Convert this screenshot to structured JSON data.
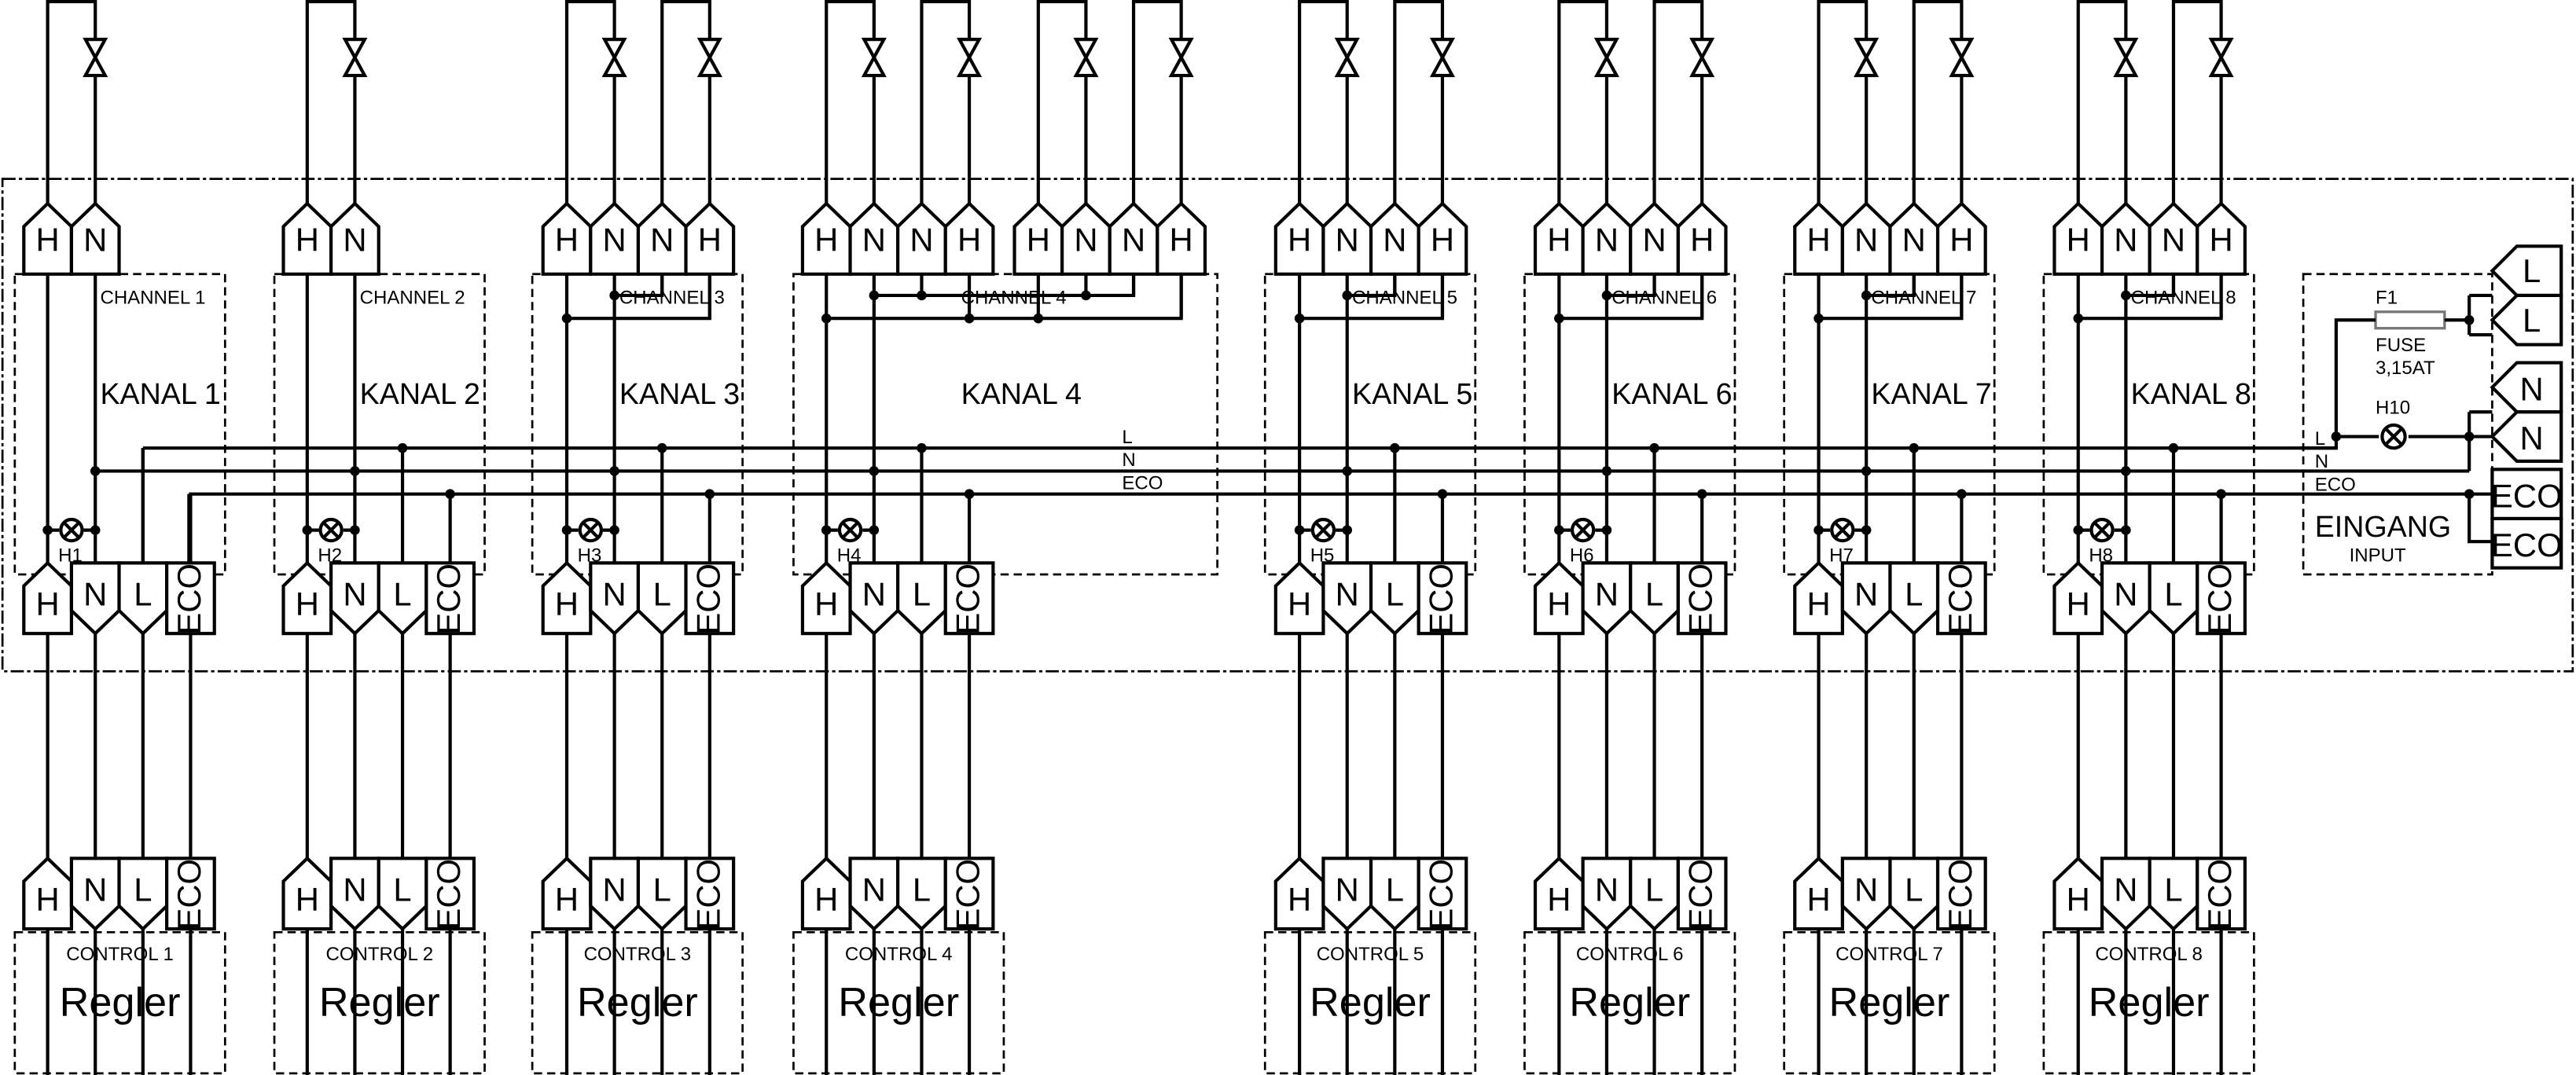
{
  "title": "Heating zone controller wiring diagram",
  "colors": {
    "line": "#000000",
    "fuse": "#777777",
    "background": "#ffffff"
  },
  "bus": {
    "l_label": "L",
    "n_label": "N",
    "eco_label": "ECO"
  },
  "channels": [
    {
      "id": 1,
      "channel_label": "CHANNEL 1",
      "kanal_label": "KANAL 1",
      "lamp_label": "H1",
      "outputs": [
        "H",
        "N"
      ],
      "control_label": "CONTROL 1",
      "regler_label": "Regler"
    },
    {
      "id": 2,
      "channel_label": "CHANNEL 2",
      "kanal_label": "KANAL 2",
      "lamp_label": "H2",
      "outputs": [
        "H",
        "N"
      ],
      "control_label": "CONTROL 2",
      "regler_label": "Regler"
    },
    {
      "id": 3,
      "channel_label": "CHANNEL 3",
      "kanal_label": "KANAL 3",
      "lamp_label": "H3",
      "outputs": [
        "H",
        "N",
        "N",
        "H"
      ],
      "control_label": "CONTROL 3",
      "regler_label": "Regler"
    },
    {
      "id": 4,
      "channel_label": "CHANNEL 4",
      "kanal_label": "KANAL 4",
      "lamp_label": "H4",
      "outputs": [
        "H",
        "N",
        "N",
        "H",
        "H",
        "N",
        "N",
        "H"
      ],
      "control_label": "CONTROL 4",
      "regler_label": "Regler"
    },
    {
      "id": 5,
      "channel_label": "CHANNEL 5",
      "kanal_label": "KANAL 5",
      "lamp_label": "H5",
      "outputs": [
        "H",
        "N",
        "N",
        "H"
      ],
      "control_label": "CONTROL 5",
      "regler_label": "Regler"
    },
    {
      "id": 6,
      "channel_label": "CHANNEL 6",
      "kanal_label": "KANAL 6",
      "lamp_label": "H6",
      "outputs": [
        "H",
        "N",
        "N",
        "H"
      ],
      "control_label": "CONTROL 6",
      "regler_label": "Regler"
    },
    {
      "id": 7,
      "channel_label": "CHANNEL 7",
      "kanal_label": "KANAL 7",
      "lamp_label": "H7",
      "outputs": [
        "H",
        "N",
        "N",
        "H"
      ],
      "control_label": "CONTROL 7",
      "regler_label": "Regler"
    },
    {
      "id": 8,
      "channel_label": "CHANNEL 8",
      "kanal_label": "KANAL 8",
      "lamp_label": "H8",
      "outputs": [
        "H",
        "N",
        "N",
        "H"
      ],
      "control_label": "CONTROL 8",
      "regler_label": "Regler"
    }
  ],
  "inputs_terminals": [
    "H",
    "N",
    "L",
    "ECO"
  ],
  "input_section": {
    "fuse_ref": "F1",
    "fuse_label": "FUSE",
    "fuse_rating": "3,15AT",
    "lamp_label": "H10",
    "title": "EINGANG",
    "subtitle": "INPUT",
    "terminals": [
      "L",
      "L",
      "N",
      "N",
      "ECO",
      "ECO"
    ],
    "bus_l": "L",
    "bus_n": "N",
    "bus_eco": "ECO"
  }
}
